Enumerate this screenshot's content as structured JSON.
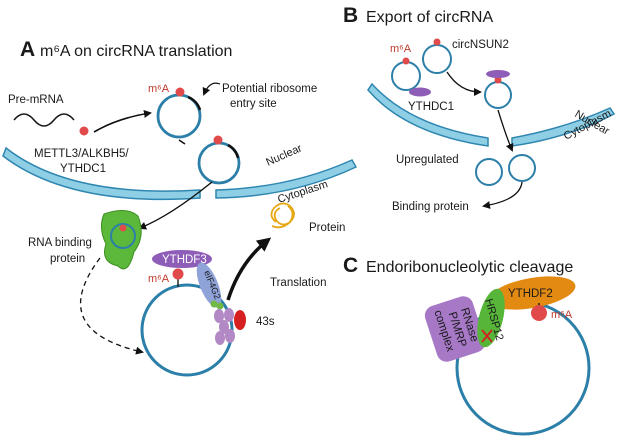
{
  "panel_a": {
    "letter": "A",
    "title": "m⁶A on circRNA translation",
    "pre_mrna": "Pre-mRNA",
    "m6a_top": "m⁶A",
    "ribosome_site_1": "Potential ribosome",
    "ribosome_site_2": "entry site",
    "writers_1": "METTL3/ALKBH5/",
    "writers_2": "YTHDC1",
    "nuclear": "Nuclear",
    "cytoplasm": "Cytoplasm",
    "rbp_1": "RNA binding",
    "rbp_2": "protein",
    "ythdf3": "YTHDF3",
    "m6a_bottom": "m⁶A",
    "eif4g2": "eIF4G2",
    "ribosome_43s": "43s",
    "protein": "Protein",
    "translation": "Translation"
  },
  "panel_b": {
    "letter": "B",
    "title": "Export of circRNA",
    "m6a": "m⁶A",
    "circnsun2": "circNSUN2",
    "ythdc1": "YTHDC1",
    "nuclear": "Nuclear",
    "cytoplasm": "Cytoplasm",
    "upregulated": "Upregulated",
    "binding_protein": "Binding protein"
  },
  "panel_c": {
    "letter": "C",
    "title": "Endoribonucleolytic cleavage",
    "rnase_1": "RNase",
    "rnase_2": "P/MRP",
    "rnase_3": "complex",
    "hrsp12": "HRSP12",
    "ythdf2": "YTHDF2",
    "m6a": "m⁶A"
  },
  "colors": {
    "circ_rna": "#2b7fa8",
    "membrane_fill": "#8ecfe6",
    "membrane_edge": "#2f86b0",
    "m6a_dot": "#e04a4a",
    "ythdf3": "#8e5db8",
    "eif4g2": "#8fa3d9",
    "ribosome": "#b289c4",
    "ribosome_43s": "#d61f1f",
    "rbp_green": "#5cb83a",
    "protein_yellow": "#e6a817",
    "ythdf2": "#e38a12",
    "hrsp12": "#57b53a",
    "rnase": "#a678c6"
  }
}
